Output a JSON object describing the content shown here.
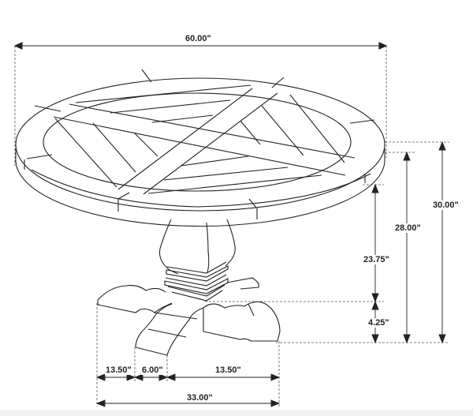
{
  "diagram": {
    "title": "Round pedestal dining table dimension drawing",
    "units": "inches",
    "line_color": "#222222",
    "dash_color": "#555555",
    "dimensions": {
      "top_width": "60.00\"",
      "overall_height": "30.00\"",
      "apron_height": "28.00\"",
      "pedestal_height": "23.75\"",
      "base_height": "4.25\"",
      "base_left_leg": "13.50\"",
      "base_center": "6.00\"",
      "base_right_leg": "13.50\"",
      "base_total_width": "33.00\""
    },
    "parts": [
      "round-tabletop-with-parquet-inlay",
      "baluster-pedestal",
      "stacked-ring-collar",
      "four-footed-base"
    ]
  }
}
